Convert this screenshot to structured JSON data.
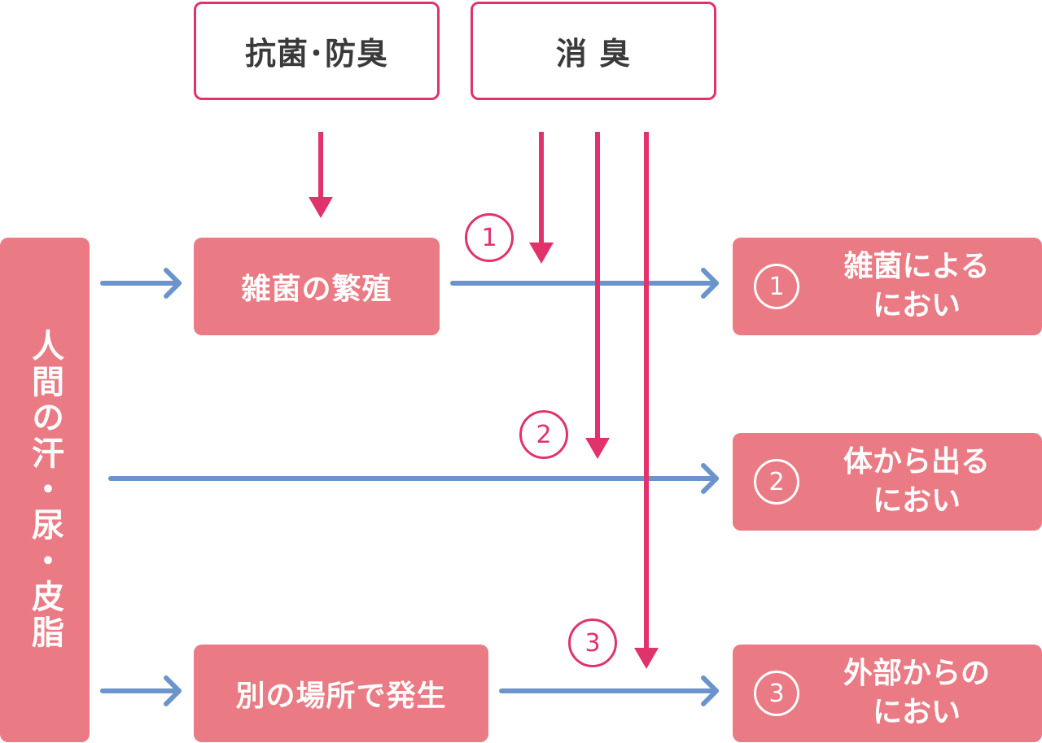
{
  "top_boxes": {
    "antibacterial": "抗菌･防臭",
    "deodorize": "消 臭"
  },
  "source": "人間の汗・尿・皮脂",
  "middle": {
    "bacteria_growth": "雑菌の繁殖",
    "elsewhere": "別の場所で発生"
  },
  "markers": [
    "1",
    "2",
    "3"
  ],
  "results": [
    {
      "num": "1",
      "line1": "雑菌による",
      "line2": "におい"
    },
    {
      "num": "2",
      "line1": "体から出る",
      "line2": "におい"
    },
    {
      "num": "3",
      "line1": "外部からの",
      "line2": "におい"
    }
  ],
  "colors": {
    "pink_border": "#e0336b",
    "pink_fill": "#ea7a83",
    "blue_arrow": "#6b93cc"
  }
}
